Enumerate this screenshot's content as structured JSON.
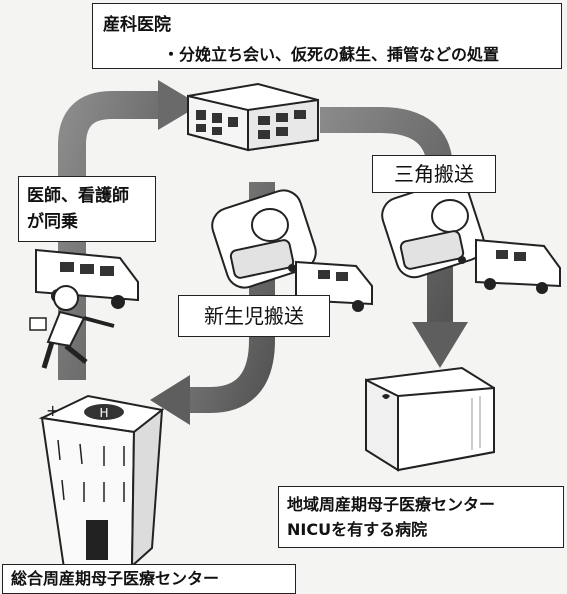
{
  "top_clinic": {
    "title": "産科医院",
    "detail": "・分娩立ち会い、仮死の蘇生、挿管などの処置"
  },
  "labels": {
    "staff": [
      "医師、看護師",
      "が同乗"
    ],
    "triangle_transport": "三角搬送",
    "newborn_transport": "新生児搬送"
  },
  "regional_center": [
    "地域周産期母子医療センター",
    "NICUを有する病院"
  ],
  "general_center": "総合周産期母子医療センター",
  "icons": {
    "helipad": "H",
    "cross": "+"
  },
  "colors": {
    "arrow": "#6e6e6e",
    "box_border": "#222222",
    "background": "#f4f4f2"
  }
}
